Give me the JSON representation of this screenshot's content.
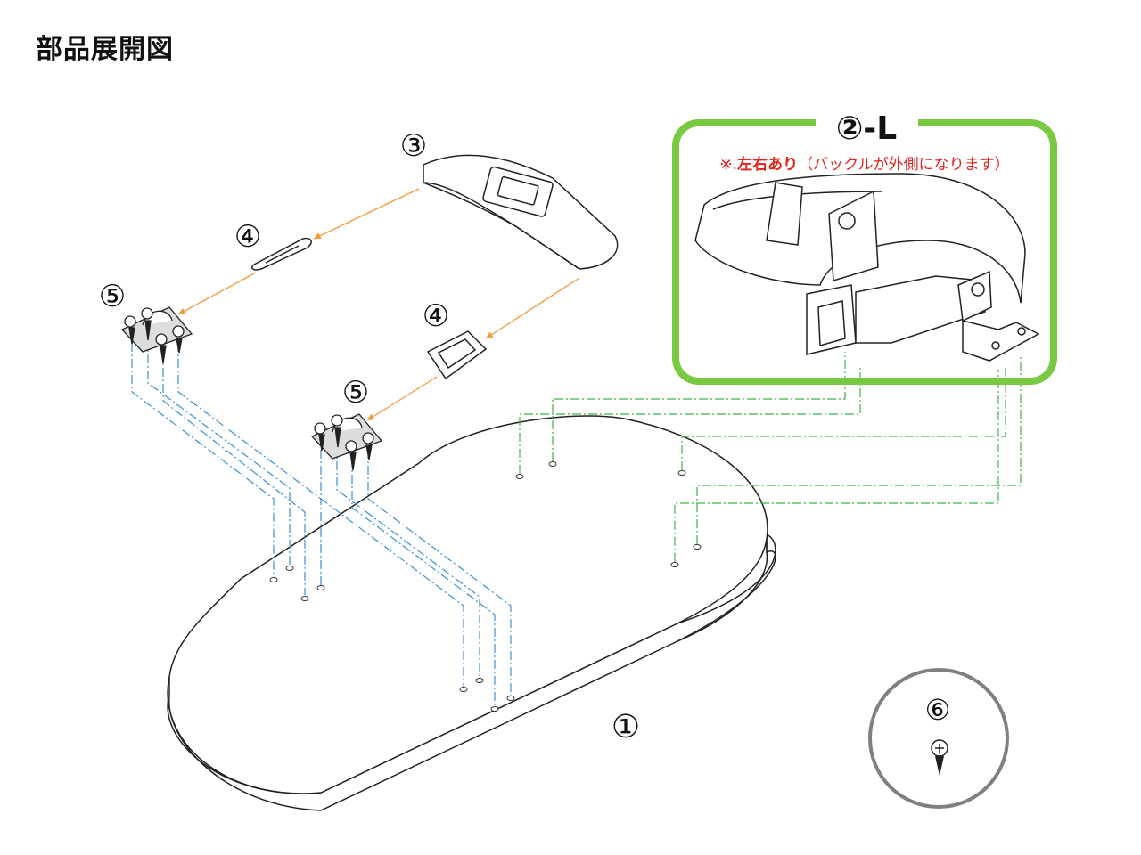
{
  "title": "部品展開図",
  "labels": {
    "p1": "①",
    "p2": "②-L",
    "p3": "③",
    "p4a": "④",
    "p4b": "④",
    "p5a": "⑤",
    "p5b": "⑤",
    "p6": "⑥"
  },
  "note": {
    "prefix": "※.",
    "bold": "左右あり",
    "rest": "（バックルが外側になります）"
  },
  "colors": {
    "green_box": "#7ac943",
    "orange_arrow": "#f39a3c",
    "blue_line": "#3a8fd6",
    "green_line": "#3fb44a",
    "note_red": "#e52420",
    "circle_gray": "#808080"
  }
}
